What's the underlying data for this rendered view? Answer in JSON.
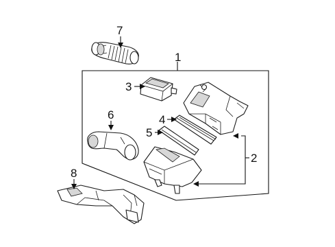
{
  "callouts": {
    "c1": "1",
    "c2": "2",
    "c3": "3",
    "c4": "4",
    "c5": "5",
    "c6": "6",
    "c7": "7",
    "c8": "8"
  },
  "parts": [
    {
      "id": "1",
      "icon": "air-cleaner-assembly"
    },
    {
      "id": "2",
      "icon": "air-cleaner-housing"
    },
    {
      "id": "3",
      "icon": "intake-resonator"
    },
    {
      "id": "4",
      "icon": "air-filter-element"
    },
    {
      "id": "5",
      "icon": "filter-frame"
    },
    {
      "id": "6",
      "icon": "inlet-duct"
    },
    {
      "id": "7",
      "icon": "intake-hose"
    },
    {
      "id": "8",
      "icon": "lower-air-duct"
    }
  ]
}
